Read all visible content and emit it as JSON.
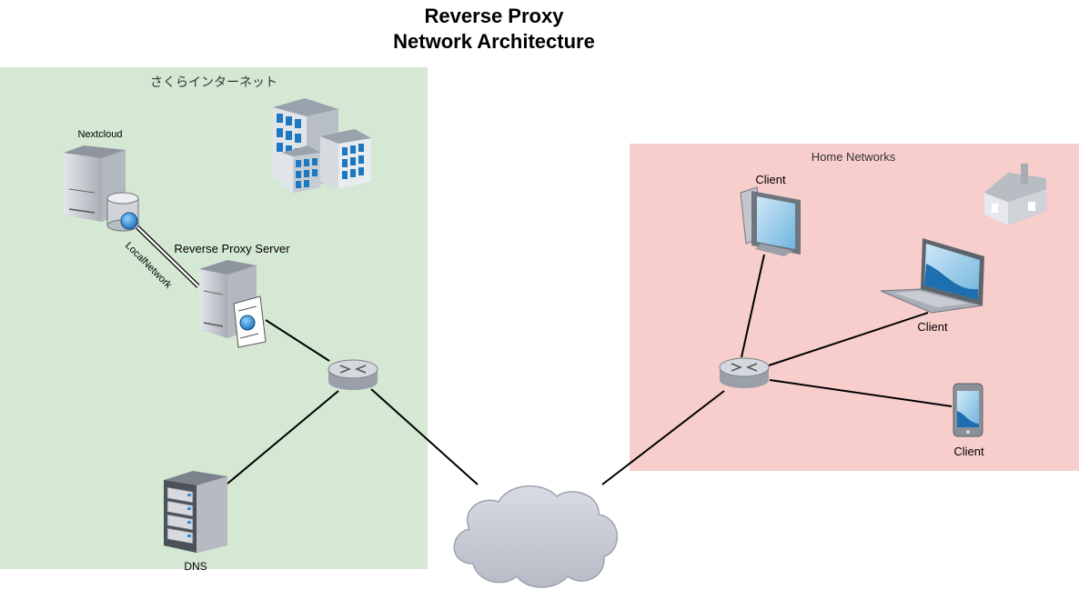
{
  "title": {
    "line1": "Reverse Proxy",
    "line2": "Network Architecture"
  },
  "zones": {
    "sakura": {
      "label": "さくらインターネット",
      "fill": "#d5e8d4"
    },
    "home": {
      "label": "Home Networks",
      "fill": "#f8cecc"
    }
  },
  "nodes": {
    "nextcloud": "Nextcloud",
    "reverse_proxy": "Reverse Proxy Server",
    "dns": "DNS",
    "client_desktop": "Client",
    "client_laptop": "Client",
    "client_phone": "Client"
  },
  "edges": {
    "local_network": "LocalNetwork"
  },
  "colors": {
    "line": "#000000",
    "server_gray": "#c8ccd2",
    "device_blue": "#2a7ab8",
    "cloud": "#c9ccd6"
  }
}
